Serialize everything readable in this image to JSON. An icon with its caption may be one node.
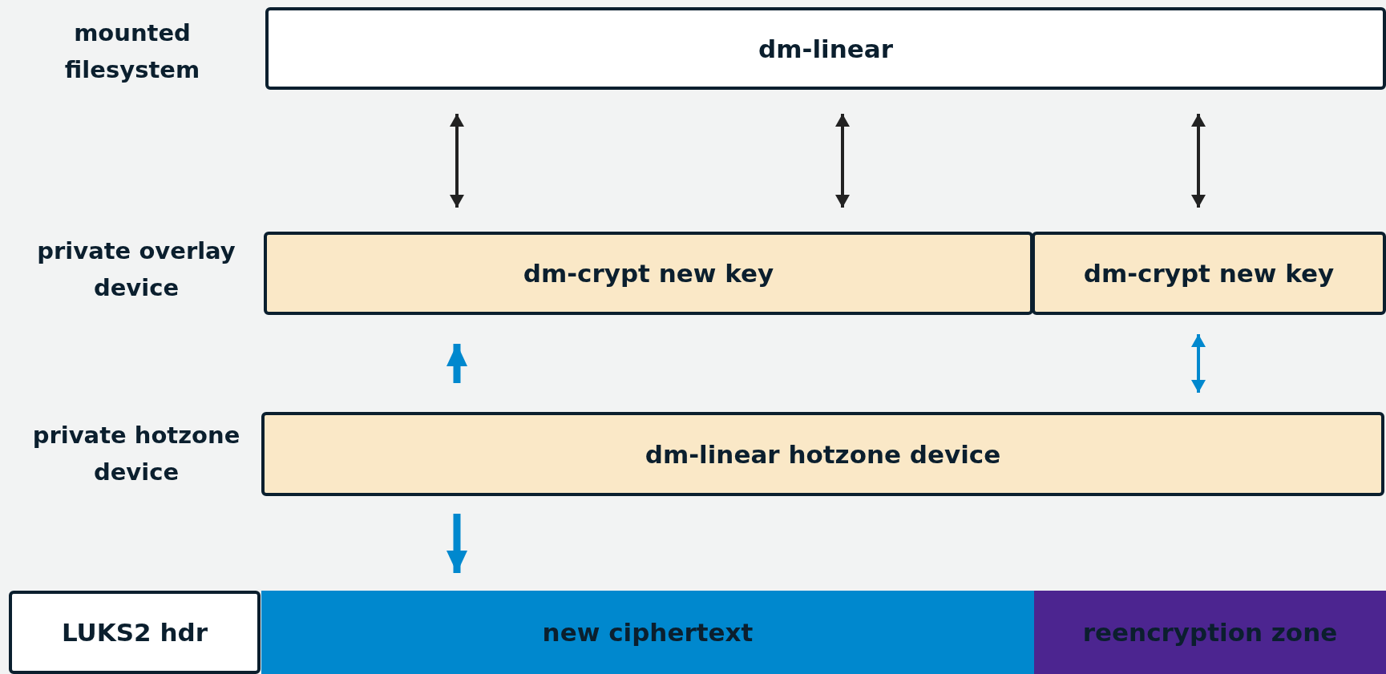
{
  "diagram": {
    "nodes": [
      {
        "text": [
          "dm-linear"
        ]
      },
      {
        "text": [
          "dm-crypt new key"
        ]
      },
      {
        "text": [
          "dm-crypt new key"
        ]
      },
      {
        "text": [
          "dm-linear hotzone device"
        ]
      },
      {
        "text": [
          "LUKS2 hdr"
        ]
      },
      {
        "text": [
          "new ciphertext"
        ]
      },
      {
        "text": [
          "reencryption zone"
        ]
      }
    ],
    "edges": [
      {
        "from": 0,
        "to": 1,
        "arrow": "both",
        "color": "#222222"
      },
      {
        "from": 0,
        "to": 1,
        "arrow": "both",
        "color": "#222222"
      },
      {
        "from": 0,
        "to": 2,
        "arrow": "both",
        "color": "#222222"
      },
      {
        "from": 3,
        "to": 1,
        "arrow": "to",
        "style": "thick",
        "color": "#0088ce"
      },
      {
        "from": 3,
        "to": 5,
        "arrow": "to",
        "style": "thick",
        "color": "#0088ce"
      },
      {
        "from": 2,
        "to": 3,
        "arrow": "both",
        "color": "#0088ce"
      }
    ],
    "labels": [
      "mounted filesystem",
      "private overlay device",
      "private hotzone device"
    ]
  }
}
